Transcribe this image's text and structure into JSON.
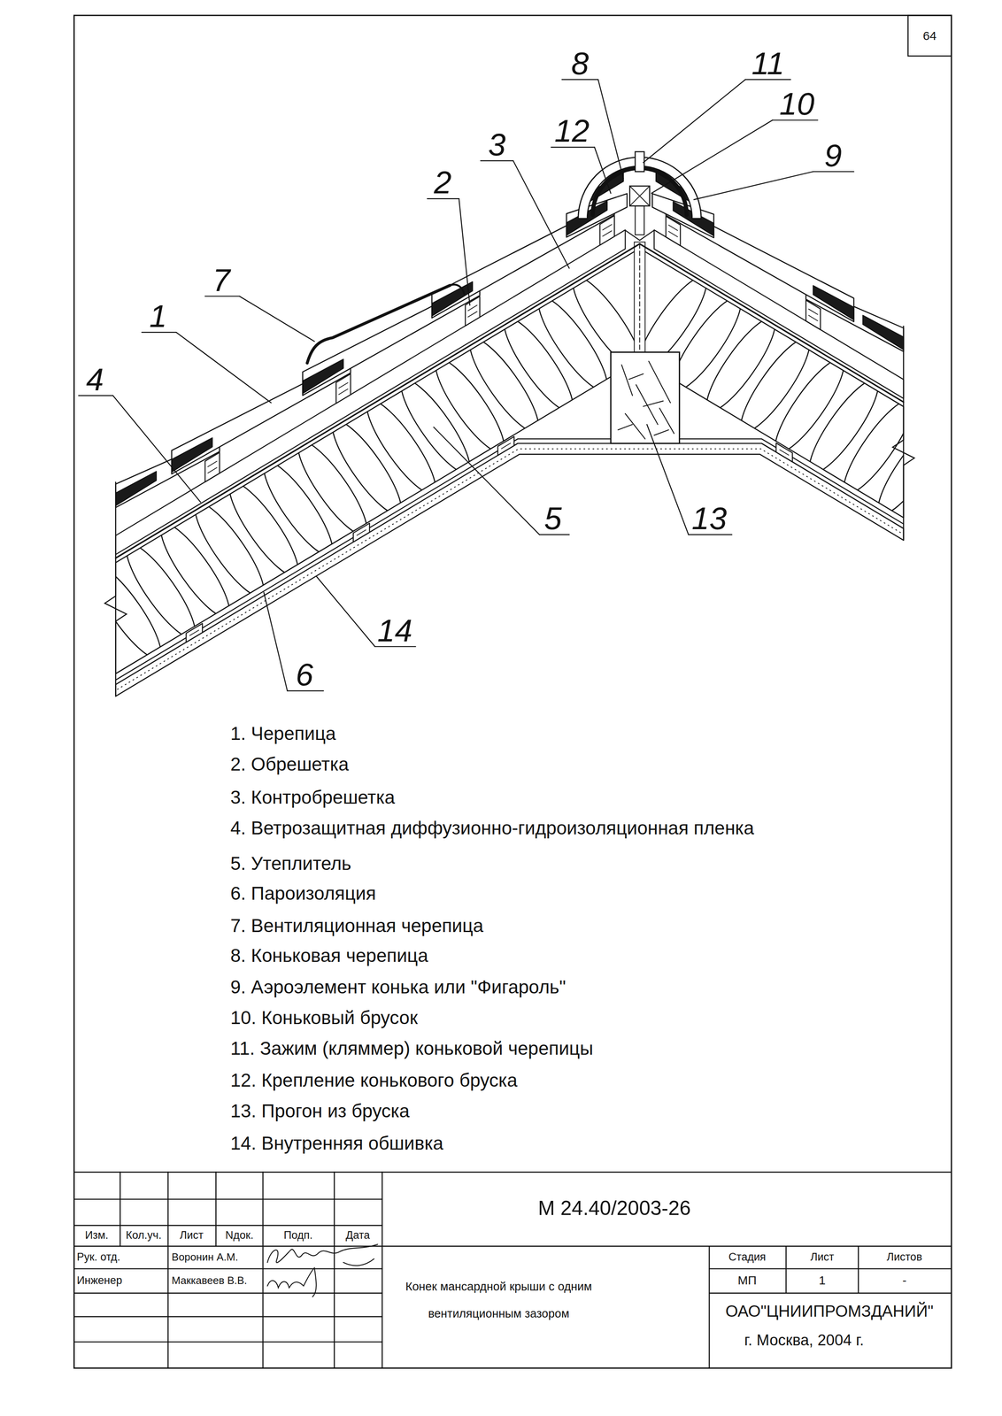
{
  "diagram": {
    "title": "Конек мансардной крыши с одним вентиляционным зазором",
    "labels": [
      "64",
      "8",
      "11",
      "10",
      "12",
      "3",
      "9",
      "2",
      "7",
      "1",
      "4",
      "5",
      "13",
      "14",
      "6",
      "1. Черепица",
      "2. Обрешетка",
      "3. Контробрешетка",
      "4. Ветрозащитная диффузионно-гидроизоляционная пленка",
      "5. Утеплитель",
      "6. Пароизоляция",
      "7. Вентиляционная черепица",
      "8. Коньковая черепица",
      "9. Аэроэлемент конька или \"Фигароль\"",
      "10. Коньковый брусок",
      "11. Зажим (кляммер) коньковой черепицы",
      "12. Крепление конькового бруска",
      "13. Прогон из бруска",
      "14. Внутренняя обшивка",
      "М 24.40/2003-26",
      "Изм.",
      "Кол.уч.",
      "Лист",
      "Nдок.",
      "Подп.",
      "Дата",
      "Рук. отд.",
      "Воронин А.М.",
      "Инженер",
      "Маккавеев В.В.",
      "Стадия",
      "Лист",
      "Листов",
      "МП",
      "1",
      "-",
      "ОАО\"ЦНИИПРОМЗДАНИЙ\"",
      "г. Москва, 2004 г."
    ]
  }
}
